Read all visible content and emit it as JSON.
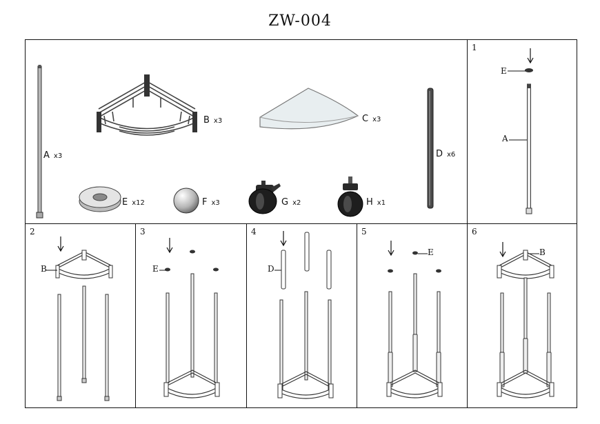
{
  "title": "ZW-004",
  "parts": [
    {
      "letter": "A",
      "qty": "x3"
    },
    {
      "letter": "B",
      "qty": "x3"
    },
    {
      "letter": "C",
      "qty": "x3"
    },
    {
      "letter": "D",
      "qty": "x6"
    },
    {
      "letter": "E",
      "qty": "x12"
    },
    {
      "letter": "F",
      "qty": "x3"
    },
    {
      "letter": "G",
      "qty": "x2"
    },
    {
      "letter": "H",
      "qty": "x1"
    }
  ],
  "steps": [
    {
      "number": "1",
      "callouts": [
        "E",
        "A"
      ]
    },
    {
      "number": "2",
      "callouts": [
        "B"
      ]
    },
    {
      "number": "3",
      "callouts": [
        "E"
      ]
    },
    {
      "number": "4",
      "callouts": [
        "D"
      ]
    },
    {
      "number": "5",
      "callouts": [
        "E"
      ]
    },
    {
      "number": "6",
      "callouts": [
        "B"
      ]
    }
  ],
  "colors": {
    "line": "#111111",
    "rod": "#9a9a9a",
    "dark_rod": "#444444",
    "glass": "#e8eef0"
  }
}
